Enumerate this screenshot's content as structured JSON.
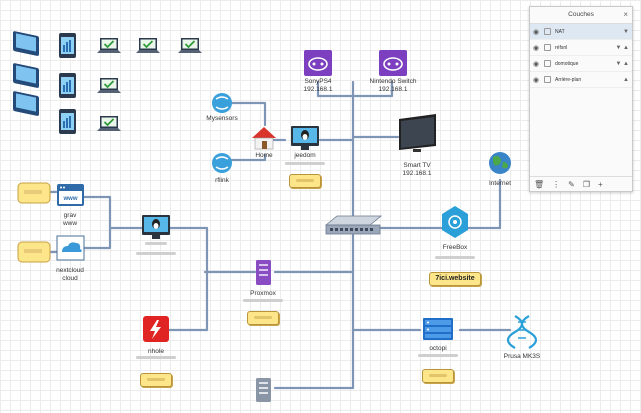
{
  "colors": {
    "wire": "#7f95b6",
    "wire_dark": "#5b6f8e",
    "purple": "#7b3fbf",
    "tag_bg": "#fde68a"
  },
  "nodes": {
    "sonyps4": {
      "label": "SonyPS4",
      "ip": "192.168.1"
    },
    "nintendo": {
      "label": "Nintendo Switch",
      "ip": "192.168.1"
    },
    "mysensors": {
      "label": "Mysensors"
    },
    "home": {
      "label": "Home"
    },
    "jeedom": {
      "label": "jeedom"
    },
    "rflink": {
      "label": "rflink"
    },
    "smarttv": {
      "label": "Smart TV",
      "ip": "192.168.1"
    },
    "internet": {
      "label": "Internet"
    },
    "grav": {
      "label": "grav",
      "sub": "www"
    },
    "nextcloud": {
      "label": "nextcloud",
      "sub": "cloud"
    },
    "freebox": {
      "label": "FreeBox"
    },
    "website": {
      "label": "7ici.website"
    },
    "proxmox": {
      "label": "Proxmox"
    },
    "nhole": {
      "label": "nhole"
    },
    "octopi": {
      "label": "octopi"
    },
    "prusa": {
      "label": "Prusa MK3S"
    }
  },
  "layers": {
    "title": "Couches",
    "rows": [
      {
        "name": "NAT",
        "arrows": "▼"
      },
      {
        "name": "réfsnl",
        "arrows": "▼ ▲"
      },
      {
        "name": "domotique",
        "arrows": "▼ ▲"
      },
      {
        "name": "Arrière-plan",
        "arrows": "▲"
      }
    ]
  }
}
